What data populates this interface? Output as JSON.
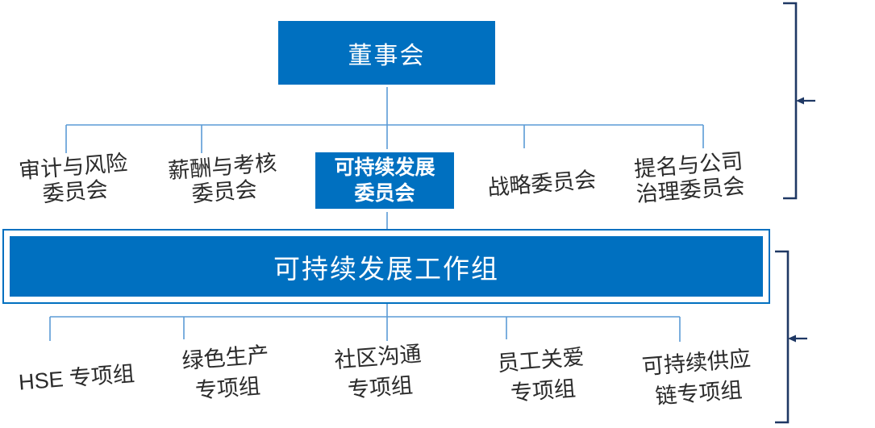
{
  "colors": {
    "box_blue": "#0070C0",
    "connector_blue": "#5B9BD5",
    "bracket_navy": "#1F3864",
    "label_grey": "#2b2b2b",
    "background": "#ffffff"
  },
  "nodes": {
    "board": {
      "label": "董事会"
    },
    "committees": [
      {
        "id": "audit-risk",
        "line1": "审计与风险",
        "line2": "委员会",
        "highlighted": false
      },
      {
        "id": "remuneration-appraisal",
        "line1": "薪酬与考核",
        "line2": "委员会",
        "highlighted": false
      },
      {
        "id": "sustainability",
        "line1": "可持续发展",
        "line2": "委员会",
        "highlighted": true
      },
      {
        "id": "strategy",
        "line1": "战略委员会",
        "line2": "",
        "highlighted": false
      },
      {
        "id": "nomination-governance",
        "line1": "提名与公司",
        "line2": "治理委员会",
        "highlighted": false
      }
    ],
    "working_group": {
      "label": "可持续发展工作组"
    },
    "task_forces": [
      {
        "id": "hse",
        "line1": "HSE 专项组",
        "line2": ""
      },
      {
        "id": "green-production",
        "line1": "绿色生产",
        "line2": "专项组"
      },
      {
        "id": "community-comms",
        "line1": "社区沟通",
        "line2": "专项组"
      },
      {
        "id": "employee-care",
        "line1": "员工关爱",
        "line2": "专项组"
      },
      {
        "id": "sustainable-supply",
        "line1": "可持续供应",
        "line2": "链专项组"
      }
    ]
  }
}
